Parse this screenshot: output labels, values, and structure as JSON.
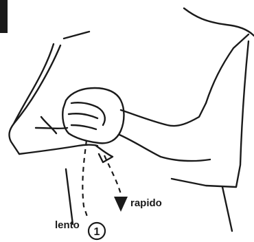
{
  "labels": {
    "slow": "lento",
    "fast": "rapido",
    "step_number": "1"
  },
  "colors": {
    "ink": "#1a1a1a",
    "background": "#ffffff"
  }
}
